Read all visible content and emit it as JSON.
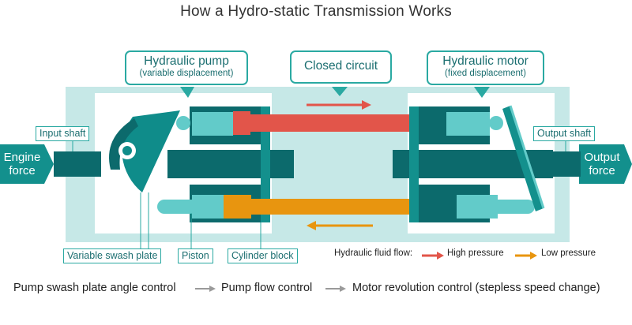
{
  "title": "How a Hydro-static Transmission Works",
  "callouts": {
    "pump": {
      "main": "Hydraulic pump",
      "sub": "(variable displacement)"
    },
    "circuit": {
      "main": "Closed circuit"
    },
    "motor": {
      "main": "Hydraulic motor",
      "sub": "(fixed displacement)"
    }
  },
  "labels": {
    "input_shaft": "Input shaft",
    "output_shaft": "Output shaft",
    "engine_force": [
      "Engine",
      "force"
    ],
    "output_force": [
      "Output",
      "force"
    ],
    "swash_plate": "Variable swash plate",
    "piston": "Piston",
    "cylinder_block": "Cylinder block"
  },
  "legend": {
    "title": "Hydraulic fluid flow:",
    "high": "High pressure",
    "low": "Low pressure"
  },
  "flow_sequence": [
    "Pump swash plate angle control",
    "Pump flow control",
    "Motor revolution control (stepless speed change)"
  ],
  "colors": {
    "teal_dark": "#0c6a6c",
    "teal_mid": "#13908d",
    "teal_light": "#62cbc9",
    "housing": "#c6e8e7",
    "high_pressure": "#e2554a",
    "low_pressure": "#e8950f",
    "arrow_gray": "#9a9a9a"
  }
}
